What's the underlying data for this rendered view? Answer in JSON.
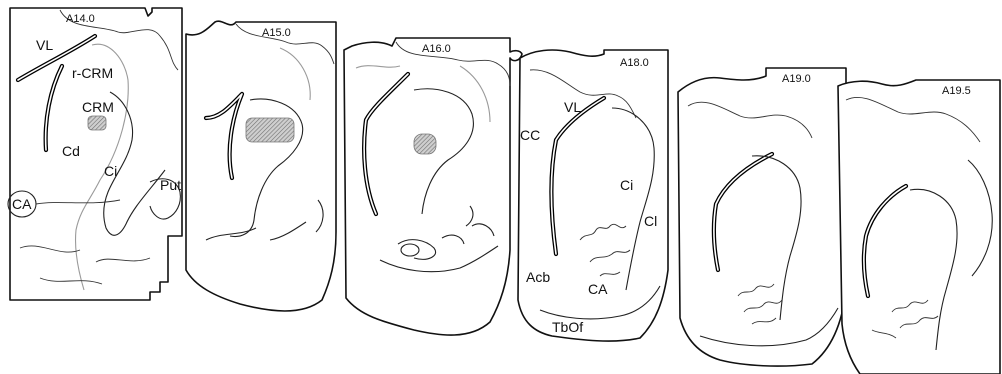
{
  "sections": [
    {
      "id": "A14.0",
      "label": "A14.0"
    },
    {
      "id": "A15.0",
      "label": "A15.0"
    },
    {
      "id": "A16.0",
      "label": "A16.0"
    },
    {
      "id": "A18.0",
      "label": "A18.0"
    },
    {
      "id": "A19.0",
      "label": "A19.0"
    },
    {
      "id": "A19.5",
      "label": "A19.5"
    }
  ],
  "regions": {
    "vl_a14": "VL",
    "rcrm": "r-CRM",
    "crm": "CRM",
    "cd": "Cd",
    "ci_a14": "Ci",
    "put": "Put",
    "ca_a14": "CA",
    "cc": "CC",
    "vl_a18": "VL",
    "ci_a18": "Ci",
    "cl": "Cl",
    "acb": "Acb",
    "ca_a18": "CA",
    "tbof": "TbOf"
  }
}
